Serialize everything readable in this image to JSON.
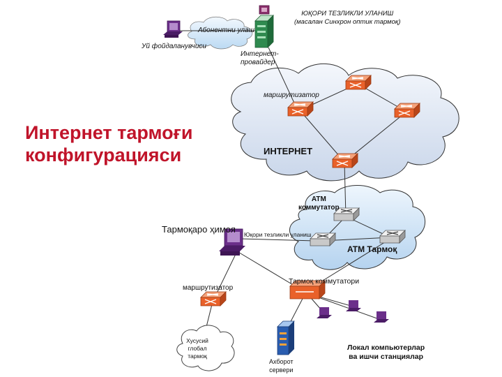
{
  "title": {
    "line1": "Интернет тармоғи",
    "line2": "конфигурацияси"
  },
  "labels": {
    "high_speed_top_line1": "ЮҚОРИ ТЕЗЛИКЛИ УЛАНИШ",
    "high_speed_top_line2": "(масалан Синхрон оптик тармоқ)",
    "subscriber_connection": "Абонентни улаш",
    "home_user": "Уй фойдаланувчиси",
    "provider_line1": "Интернет-",
    "provider_line2": "провайдер",
    "router_top": "маршрутизатор",
    "internet": "ИНТЕРНЕТ",
    "atm_switch_line1": "ATM",
    "atm_switch_line2": "коммутатор",
    "firewall": "Тармоқаро ҳимоя",
    "high_speed_mid": "Юқори тезликли уланиш",
    "atm_network": "ATM Тармоқ",
    "router_bottom": "маршрутизатор",
    "network_switch": "Тармоқ коммутатори",
    "private_net_line1": "Хусусий",
    "private_net_line2": "глобал",
    "private_net_line3": "тармоқ",
    "info_server_line1": "Ахборот",
    "info_server_line2": "сервери",
    "local_line1": "Локал компьютерлар",
    "local_line2": "ва ишчи станциялар"
  },
  "colors": {
    "title": "#c0142a",
    "router": "#e9612a",
    "cloud_fill": "#dde7f5",
    "atm_cloud_fill": "#cfe3f5",
    "computer": "#6b2f8a",
    "server": "#2f8a4f",
    "line": "#333333"
  }
}
